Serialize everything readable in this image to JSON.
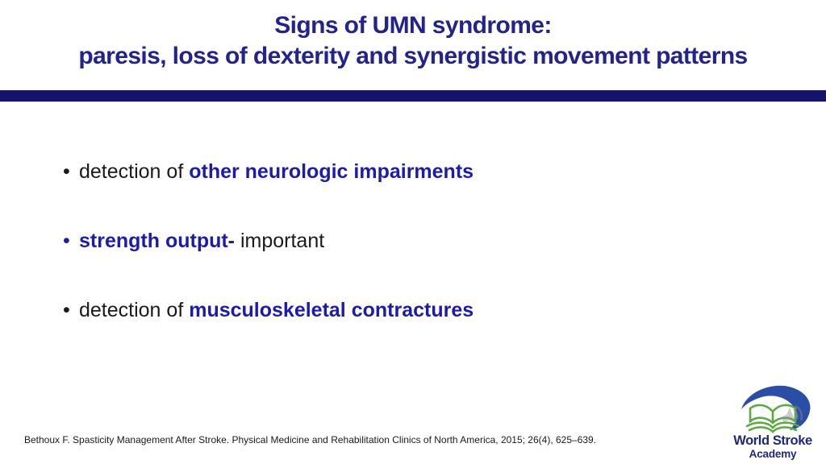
{
  "slide": {
    "title_line1": "Signs of UMN syndrome:",
    "title_line2": "paresis, loss of dexterity and synergistic movement patterns",
    "bullet_char": "•",
    "bullets": [
      {
        "prefix": "detection of ",
        "highlight": "other neurologic impairments",
        "suffix": ""
      },
      {
        "prefix": "",
        "highlight": "strength output-",
        "suffix": " important"
      },
      {
        "prefix": "detection of ",
        "highlight": "musculoskeletal contractures",
        "suffix": ""
      }
    ],
    "citation": "Bethoux F. Spasticity Management After Stroke. Physical Medicine and Rehabilitation Clinics of North America, 2015; 26(4), 625–639.",
    "logo": {
      "name": "World Stroke",
      "subname": "Academy",
      "icon": "open-book-with-blue-swoosh"
    },
    "colors": {
      "title_blue": "#23238f",
      "divider_navy": "#14146b",
      "highlight_blue": "#1b1bb0",
      "body_text": "#1a1a1a",
      "logo_text_navy": "#1b2a7a",
      "logo_book_green": "#5aab3f",
      "logo_swoosh_blue": "#2a4da6",
      "watermark_gray": "#909090"
    }
  }
}
